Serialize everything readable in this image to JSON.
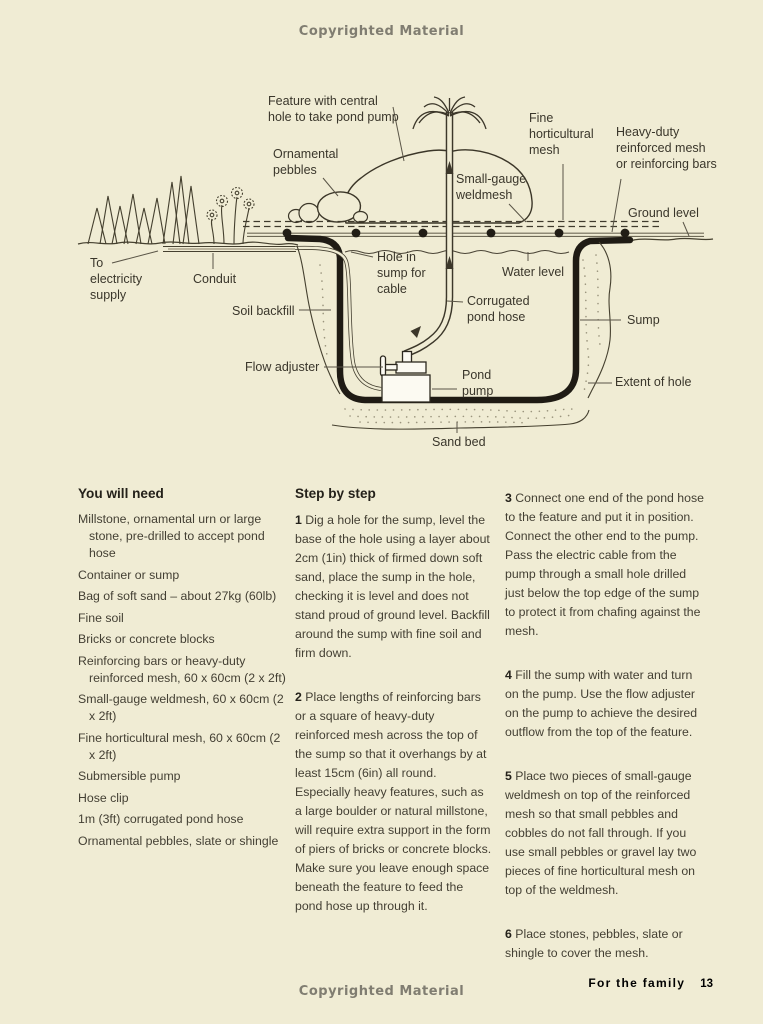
{
  "watermark": {
    "top": "Copyrighted Material",
    "bottom": "Copyrighted Material"
  },
  "footer": {
    "section": "For the family",
    "page": "13"
  },
  "diagram": {
    "labels": {
      "feature": "Feature with central\nhole to take pond pump",
      "ornamental_pebbles": "Ornamental\npebbles",
      "small_gauge_weldmesh": "Small-gauge\nweldmesh",
      "fine_horticultural_mesh": "Fine\nhorticultural\nmesh",
      "heavy_duty": "Heavy-duty\nreinforced mesh\nor reinforcing bars",
      "ground_level": "Ground level",
      "to_electricity": "To\nelectricity\nsupply",
      "conduit": "Conduit",
      "hole_in_sump": "Hole in\nsump for\ncable",
      "water_level": "Water level",
      "soil_backfill": "Soil backfill",
      "corrugated_hose": "Corrugated\npond hose",
      "sump": "Sump",
      "flow_adjuster": "Flow adjuster",
      "pond_pump": "Pond\npump",
      "extent_of_hole": "Extent of hole",
      "sand_bed": "Sand bed"
    }
  },
  "you_will_need": {
    "heading": "You will need",
    "items": [
      "Millstone, ornamental urn or large stone, pre-drilled to accept pond hose",
      "Container or sump",
      "Bag of soft sand – about 27kg (60lb)",
      "Fine soil",
      "Bricks or concrete blocks",
      "Reinforcing bars or heavy-duty reinforced mesh, 60 x 60cm (2 x 2ft)",
      "Small-gauge weldmesh, 60 x 60cm (2 x 2ft)",
      "Fine horticultural mesh, 60 x 60cm (2 x 2ft)",
      "Submersible pump",
      "Hose clip",
      "1m (3ft) corrugated pond hose",
      "Ornamental pebbles, slate or shingle"
    ]
  },
  "steps": {
    "heading": "Step by step",
    "items": [
      {
        "num": "1",
        "text": "Dig a hole for the sump, level the base of the hole using a layer about 2cm (1in) thick of firmed down soft sand, place the sump in the hole, checking it is level and does not stand proud of ground level. Backfill around the sump with fine soil and firm down."
      },
      {
        "num": "2",
        "text": "Place lengths of reinforcing bars or a square of heavy-duty reinforced mesh across the top of the sump so that it overhangs by at least 15cm (6in) all round. Especially heavy features, such as a large boulder or natural millstone, will require extra support in the form of piers of bricks or concrete blocks. Make sure you leave enough space beneath the feature to feed the pond hose up through it."
      },
      {
        "num": "3",
        "text": "Connect one end of the pond hose to the feature and put it in position. Connect the other end to the pump. Pass the electric cable from the pump through a small hole drilled just below the top edge of the sump to protect it from chafing against the mesh."
      },
      {
        "num": "4",
        "text": "Fill the sump with water and turn on the pump. Use the flow adjuster on the pump to achieve the desired outflow from the top of the feature."
      },
      {
        "num": "5",
        "text": "Place two pieces of small-gauge weldmesh on top of the reinforced mesh so that small pebbles and cobbles do not fall through. If you use small pebbles or gravel lay two pieces of fine horticultural mesh on top of the weldmesh."
      },
      {
        "num": "6",
        "text": "Place stones, pebbles, slate or shingle to cover the mesh."
      }
    ]
  }
}
